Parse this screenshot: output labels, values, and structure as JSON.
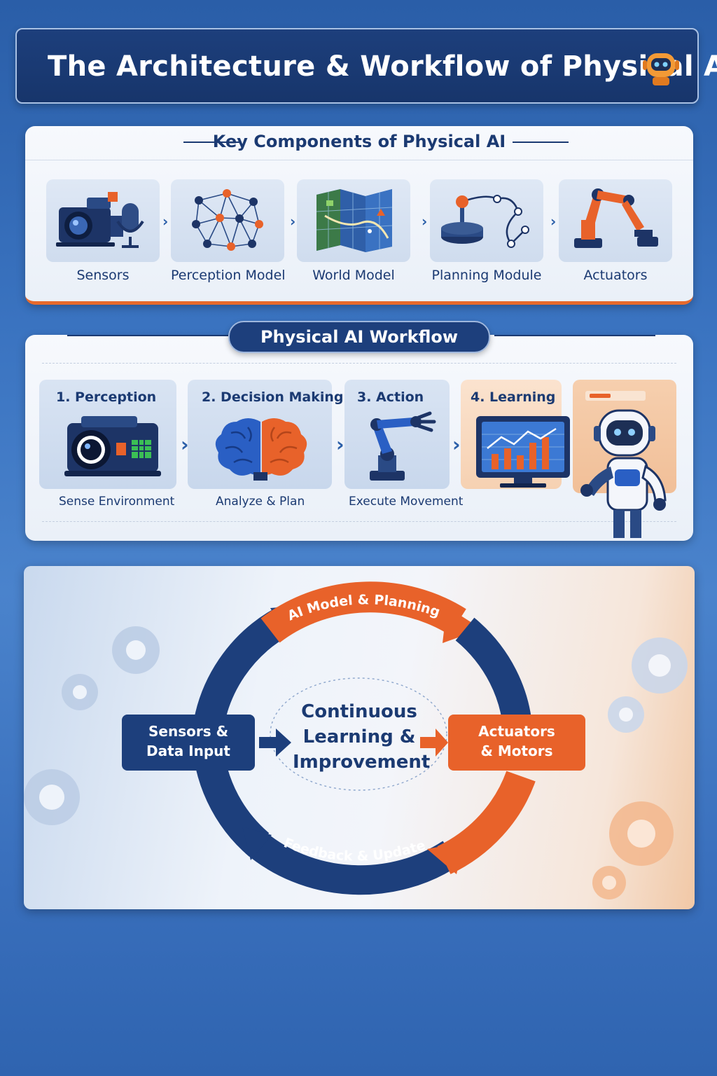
{
  "title": "The Architecture & Workflow of Physical AI",
  "components": {
    "heading": "Key Components of Physical AI",
    "items": [
      {
        "label": "Sensors",
        "icon": "camera-microphone-icon"
      },
      {
        "label": "Perception Model",
        "icon": "neural-network-icon"
      },
      {
        "label": "World Model",
        "icon": "map-icon"
      },
      {
        "label": "Planning Module",
        "icon": "path-joystick-icon"
      },
      {
        "label": "Actuators",
        "icon": "robot-arm-icon"
      }
    ]
  },
  "workflow": {
    "heading": "Physical AI Workflow",
    "steps": [
      {
        "title": "1. Perception",
        "subtitle": "Sense Environment",
        "icon": "camera-icon"
      },
      {
        "title": "2. Decision Making",
        "subtitle": "Analyze & Plan",
        "icon": "brain-icon"
      },
      {
        "title": "3. Action",
        "subtitle": "Execute Movement",
        "icon": "robot-arm-icon"
      },
      {
        "title": "4. Learning",
        "subtitle": "",
        "icon": "monitor-chart-icon"
      }
    ]
  },
  "cycle": {
    "center": [
      "Continuous",
      "Learning &",
      "Improvement"
    ],
    "top_arc": "AI Model & Planning",
    "bottom_arc": "Feedback & Update",
    "left_box": [
      "Sensors &",
      "Data Input"
    ],
    "right_box": [
      "Actuators",
      "& Motors"
    ]
  },
  "colors": {
    "navy": "#1d3f7c",
    "orange": "#e8622a",
    "blue": "#2a5ea8"
  }
}
